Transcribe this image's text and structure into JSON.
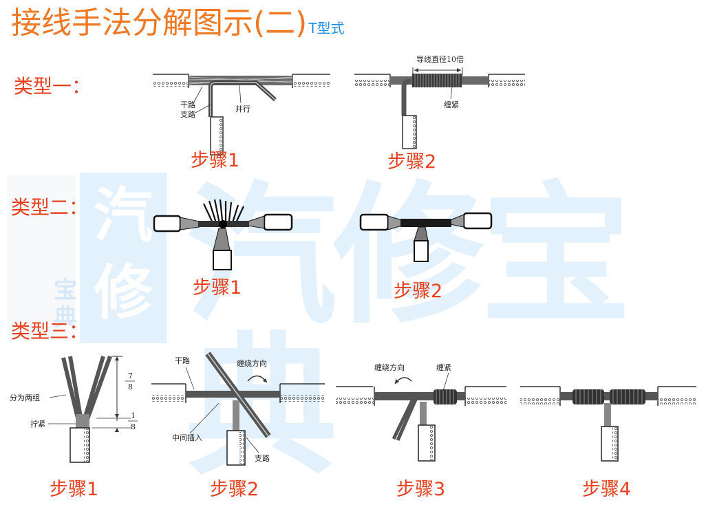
{
  "title": {
    "main": "接线手法分解图示(二)",
    "sub": "T型式",
    "color": "#f07822",
    "sub_color": "#1e8fe8"
  },
  "watermark": {
    "big": "汽修宝典",
    "panel_top": "汽",
    "panel_bottom": "修",
    "small_top": "宝",
    "small_bottom": "典",
    "color": "#e3f1fc"
  },
  "accent_color": "#e8401c",
  "types": [
    {
      "label": "类型一：",
      "steps": [
        {
          "label": "步骤1",
          "annotations": [
            "干路",
            "支路",
            "并行"
          ]
        },
        {
          "label": "步骤2",
          "annotations": [
            "导线直径10倍",
            "缠紧"
          ]
        }
      ]
    },
    {
      "label": "类型二：",
      "steps": [
        {
          "label": "步骤1",
          "annotations": []
        },
        {
          "label": "步骤2",
          "annotations": []
        }
      ]
    },
    {
      "label": "类型三：",
      "steps": [
        {
          "label": "步骤1",
          "annotations": [
            "分为两组",
            "拧紧",
            "7/8",
            "1/8"
          ]
        },
        {
          "label": "步骤2",
          "annotations": [
            "干路",
            "缠绕方向",
            "中间插入",
            "支路"
          ]
        },
        {
          "label": "步骤3",
          "annotations": [
            "缠绕方向",
            "缠紧"
          ]
        },
        {
          "label": "步骤4",
          "annotations": []
        }
      ]
    }
  ]
}
